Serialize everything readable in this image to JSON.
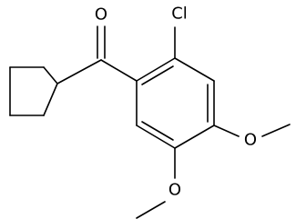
{
  "molecule": {
    "atoms": {
      "carbonyl_oxygen": "O",
      "chlorine": "Cl",
      "methoxy_oxygen_4": "O",
      "methoxy_oxygen_5": "O"
    },
    "colors": {
      "bond": "#000000",
      "label": "#000000",
      "background": "#ffffff"
    }
  }
}
